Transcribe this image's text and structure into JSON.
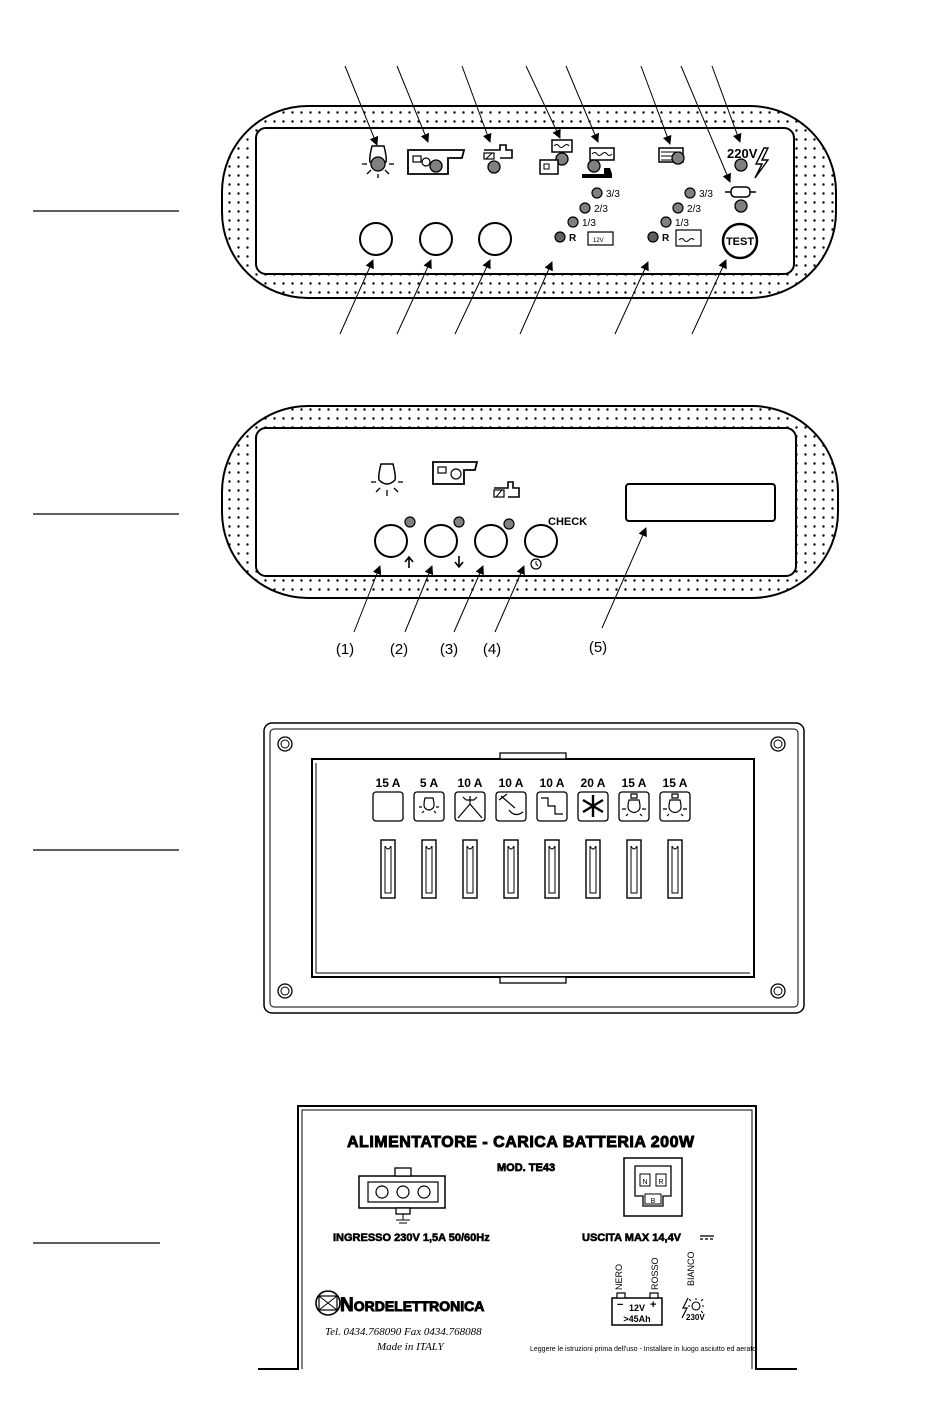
{
  "panel1": {
    "level_labels_left": [
      "3/3",
      "2/3",
      "1/3",
      "R"
    ],
    "level_labels_right": [
      "3/3",
      "2/3",
      "1/3",
      "R"
    ],
    "voltage_label": "220V",
    "battery_label": "12V",
    "test_label": "TEST",
    "led_color": "#808080"
  },
  "panel2": {
    "check_label": "CHECK",
    "callouts": [
      "(1)",
      "(2)",
      "(3)",
      "(4)",
      "(5)"
    ]
  },
  "fuse_box": {
    "ratings": [
      "15 A",
      "5 A",
      "10 A",
      "10 A",
      "10 A",
      "20 A",
      "15 A",
      "15 A"
    ],
    "icons": [
      "blank-icon",
      "lamp-icon",
      "external-light-icon",
      "shower-icon",
      "step-icon",
      "snowflake-icon",
      "lamp-r-icon",
      "lamp-r-icon"
    ]
  },
  "charger": {
    "title_a": "ALIMENTATORE",
    "title_sep": " - ",
    "title_b": "CARICA BATTERIA 200W",
    "model": "MOD. TE43",
    "input_label": "INGRESSO 230V 1,5A 50/60Hz",
    "output_label": "USCITA  MAX 14,4V",
    "output_pin_a": "N",
    "output_pin_b": "R",
    "output_pin_c": "B",
    "wire_black": "NERO",
    "wire_red": "ROSSO",
    "wire_white": "BIANCO",
    "battery_voltage": "12V",
    "battery_capacity": ">45Ah",
    "battery_minus": "−",
    "battery_plus": "+",
    "mains_label": "230V",
    "brand_n": "N",
    "brand_rest": "ORDELETTRONICA",
    "phone": "Tel. 0434.768090   Fax 0434.768088",
    "origin": "Made in ITALY",
    "notice": "Leggere le istruzioni prima dell'uso  -  Installare in luogo asciutto ed aerato"
  }
}
